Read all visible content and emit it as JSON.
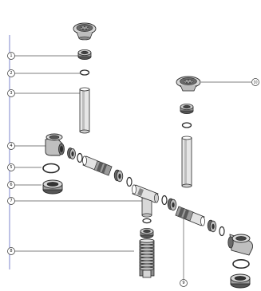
{
  "colors": {
    "ink": "#2a2a2a",
    "light": "#bdbdbd",
    "mid": "#7f7f7f",
    "dark": "#3a3a3a",
    "leader": "#555555",
    "axis": "#6f78c9"
  },
  "callouts": [
    {
      "id": "c1",
      "number": "1",
      "icon": "callout-circle"
    },
    {
      "id": "c2",
      "number": "2",
      "icon": "callout-circle"
    },
    {
      "id": "c3",
      "number": "3",
      "icon": "callout-circle"
    },
    {
      "id": "c4",
      "number": "4",
      "icon": "callout-circle"
    },
    {
      "id": "c5",
      "number": "5",
      "icon": "callout-circle"
    },
    {
      "id": "c6",
      "number": "6",
      "icon": "callout-circle"
    },
    {
      "id": "c7",
      "number": "7",
      "icon": "callout-circle"
    },
    {
      "id": "c8",
      "number": "8",
      "icon": "callout-circle"
    },
    {
      "id": "c9",
      "number": "9",
      "icon": "callout-circle"
    },
    {
      "id": "c10",
      "number": "10",
      "icon": "callout-circle"
    }
  ],
  "parts": [
    {
      "id": "basket-strainer-left",
      "icon": "basket-strainer-icon"
    },
    {
      "id": "basket-strainer-right",
      "icon": "basket-strainer-icon"
    },
    {
      "id": "tailpiece-left",
      "icon": "tailpiece-tube-icon"
    },
    {
      "id": "tailpiece-right",
      "icon": "tailpiece-tube-icon"
    },
    {
      "id": "tee-fitting",
      "icon": "tee-fitting-icon"
    },
    {
      "id": "flex-hose",
      "icon": "corrugated-hose-icon"
    },
    {
      "id": "elbow-fitting",
      "icon": "elbow-fitting-icon"
    }
  ]
}
